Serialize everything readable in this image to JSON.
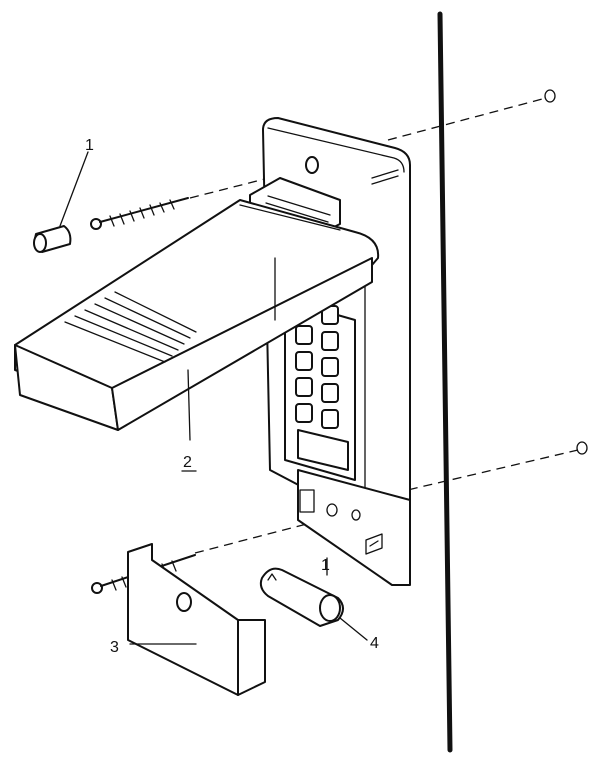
{
  "callouts": {
    "part1": "1",
    "part2": "2",
    "part3": "3",
    "part4": "4",
    "battery_marker": "1"
  }
}
